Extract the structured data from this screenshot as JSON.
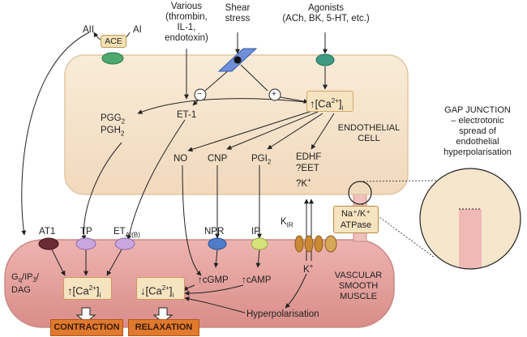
{
  "top": {
    "all": "AII",
    "ai": "AI",
    "ace": "ACE",
    "various": [
      "Various",
      "(thrombin,",
      "IL-1,",
      "endotoxin)"
    ],
    "shear": [
      "Shear",
      "stress"
    ],
    "agonists": [
      "Agonists",
      "(ACh, BK, 5-HT, etc.)"
    ]
  },
  "endothelium": {
    "ca": "[Ca",
    "ca_sup": "2+",
    "ca_sub": "i",
    "minus": "−",
    "plus": "+",
    "pgg": "PGG",
    "pgg_sub": "2",
    "pgh": "PGH",
    "pgh_sub": "2",
    "et1": "ET-1",
    "no": "NO",
    "cnp": "CNP",
    "pgi": "PGI",
    "pgi_sub": "2",
    "edhf": "EDHF",
    "eet": "?EET",
    "kq": "?K",
    "kq_sup": "+",
    "cell_label": [
      "ENDOTHELIAL",
      "CELL"
    ]
  },
  "gap": {
    "title": "GAP JUNCTION",
    "lines": [
      "– electrotonic",
      "spread of",
      "endothelial",
      "hyperpolarisation"
    ]
  },
  "receptors": {
    "at1": "AT1",
    "tp": "TP",
    "eta": "ET",
    "eta_sub": "A/(B)",
    "npr": "NPR",
    "ip": "IP",
    "kir": "K",
    "kir_sub": "IR",
    "atpase": [
      "Na⁺/K⁺",
      "ATPase"
    ]
  },
  "smooth_muscle": {
    "gq": [
      "G",
      "/IP",
      "/",
      "DAG"
    ],
    "gq_sub": [
      "q",
      "3"
    ],
    "ca_up": "[Ca",
    "ca_down": "[Ca",
    "cgmp": "cGMP",
    "camp": "cAMP",
    "kplus": "K",
    "kplus_sup": "+",
    "hyperpol": "Hyperpolarisation",
    "label": [
      "VASCULAR",
      "SMOOTH",
      "MUSCLE"
    ],
    "contraction": "CONTRACTION",
    "relaxation": "RELAXATION"
  },
  "colors": {
    "endothelium": "#f7e7cc",
    "smooth_muscle": "#e8a7a4",
    "output": "#e07a2e",
    "receptor_at1": "#6b2d33",
    "receptor_tp": "#c9a6de",
    "receptor_npr": "#4f7cc9",
    "receptor_ip": "#d6e37a",
    "receptor_kir": "#c98a35",
    "ace_receptor": "#4ea870",
    "agonist_receptor": "#3f9a83",
    "shear_sensor": "#6f8fd8"
  }
}
